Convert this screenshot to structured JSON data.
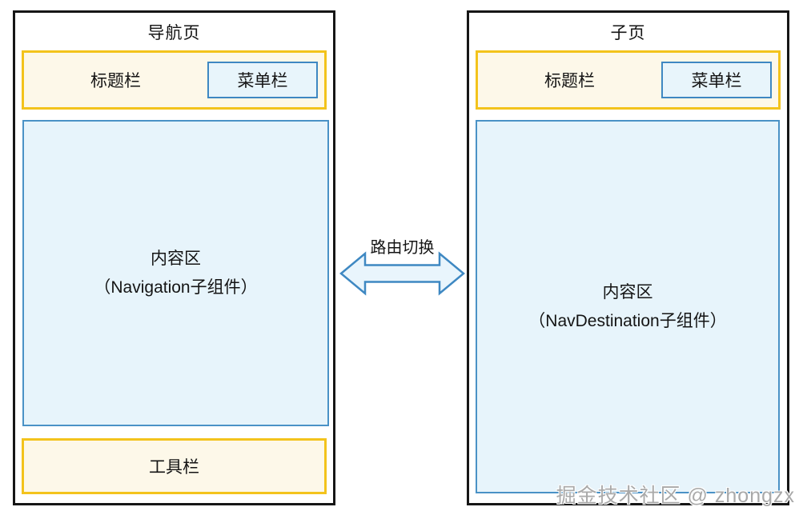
{
  "left_panel": {
    "title": "导航页",
    "header": {
      "title_bar_label": "标题栏",
      "menu_bar_label": "菜单栏"
    },
    "content": {
      "line1": "内容区",
      "line2": "（Navigation子组件）"
    },
    "toolbar_label": "工具栏"
  },
  "right_panel": {
    "title": "子页",
    "header": {
      "title_bar_label": "标题栏",
      "menu_bar_label": "菜单栏"
    },
    "content": {
      "line1": "内容区",
      "line2": "（NavDestination子组件）"
    }
  },
  "connector": {
    "label": "路由切换",
    "direction": "bidirectional"
  },
  "watermark": "掘金技术社区 @ zhongzx",
  "colors": {
    "frame_border": "#161616",
    "header_border": "#f3c31c",
    "header_fill": "#fdf8e9",
    "content_border": "#4a92c6",
    "content_fill": "#e7f4fb",
    "arrow_border": "#3e88c2",
    "arrow_fill": "#e9f5fc",
    "watermark_text": "#a9a9a9"
  }
}
